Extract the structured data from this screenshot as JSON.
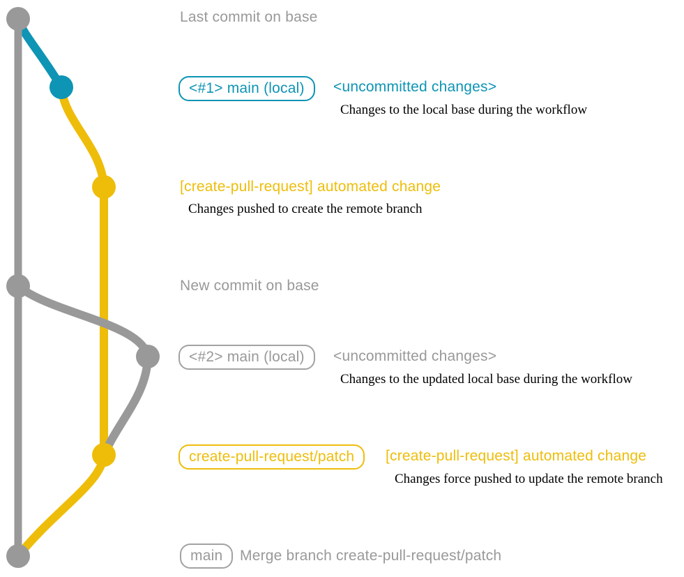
{
  "colors": {
    "base_gray": "#999999",
    "branch_blue": "#0e94b5",
    "branch_yellow": "#eebd0a",
    "note_black": "#000000",
    "background": "#ffffff"
  },
  "diagram": {
    "row_last_commit": {
      "label": "Last commit on base"
    },
    "row_main_local_1": {
      "tag": "<#1> main (local)",
      "commit": "<uncommitted changes>",
      "desc": "Changes to the local base during the workflow"
    },
    "row_automated_1": {
      "commit": "[create-pull-request] automated change",
      "desc": "Changes pushed to create the remote branch"
    },
    "row_new_commit": {
      "label": "New commit on base"
    },
    "row_main_local_2": {
      "tag": "<#2> main (local)",
      "commit": "<uncommitted changes>",
      "desc": "Changes to the updated local base during the workflow"
    },
    "row_patch": {
      "tag": "create-pull-request/patch",
      "commit": "[create-pull-request] automated change",
      "desc": "Changes force pushed to update the remote branch"
    },
    "row_merge": {
      "tag": "main",
      "commit": "Merge branch create-pull-request/patch"
    }
  }
}
